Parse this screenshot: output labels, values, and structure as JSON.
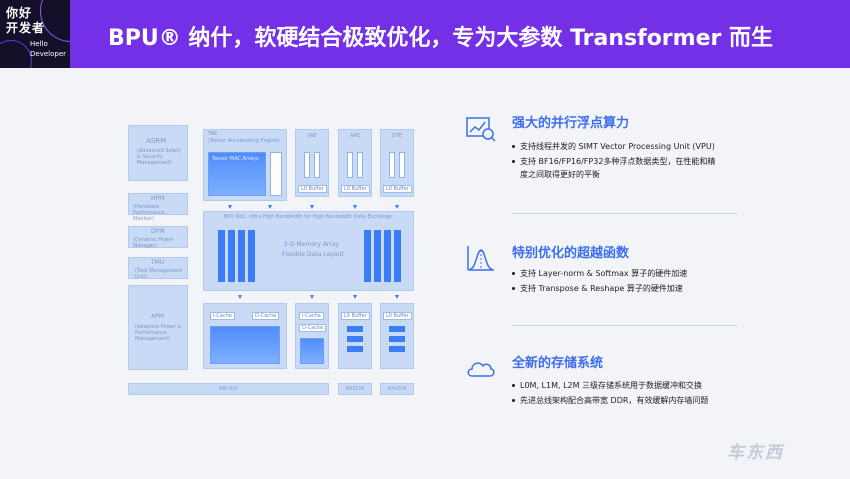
{
  "header": {
    "logo_line1": "你好",
    "logo_line2": "开发者",
    "logo_line3": "Hello",
    "logo_line4": "Developer",
    "title": "BPU® 纳什，软硬结合极致优化，专为大参数 Transformer 而生",
    "bg_color": "#7430e6"
  },
  "diagram": {
    "asm": "ASRM",
    "asm_sub": "(Advanced Safety & Security Management)",
    "hpm": "HPM",
    "hpm_sub": "(Hardware Performance Monitor)",
    "dpm": "DPM",
    "dpm_sub": "(Dynamic Power Manager)",
    "tmu": "TMU",
    "tmu_sub": "(Task Management Unit)",
    "apm": "APM",
    "apm_sub": "(Adaptive Power & Performance Management)",
    "tae": "TAE",
    "tae_sub": "(Tensor Accelerating Engine)",
    "tae_inner": "Tensor MAC Arrays",
    "vae": "VAE",
    "aae": "AAE",
    "dte": "DTE",
    "l0_buffer": "L0 Buffer",
    "mid_cap": "BPU NoC, Ultra High Bandwidth for High Bandwidth Data Exchange",
    "mid_text1": "2-D Memory Array",
    "mid_text2": "Flexible Data Layout",
    "icache": "I-Cache",
    "dcache": "D-Cache",
    "bus_left": "AXI-SLV",
    "bus_mid": "AXI/CHI",
    "bus_right": "AXI/CHI"
  },
  "features": [
    {
      "icon": "analytics-icon",
      "heading": "强大的并行浮点算力",
      "bullets": [
        "支持线程并发的 SIMT Vector Processing Unit (VPU)",
        "支持 BF16/FP16/FP32多种浮点数据类型，在性能和精",
        "度之间取得更好的平衡"
      ]
    },
    {
      "icon": "bell-curve-icon",
      "heading": "特别优化的超越函数",
      "bullets": [
        "支持 Layer-norm & Softmax 算子的硬件加速",
        "支持 Transpose & Reshape 算子的硬件加速"
      ]
    },
    {
      "icon": "cloud-icon",
      "heading": "全新的存储系统",
      "bullets": [
        "L0M, L1M, L2M 三级存储系统用于数据缓冲和交换",
        "先进总线架构配合高带宽 DDR，有效缓解内存墙问题"
      ]
    }
  ],
  "watermark": "车东西",
  "accent_color": "#3d6ef0"
}
